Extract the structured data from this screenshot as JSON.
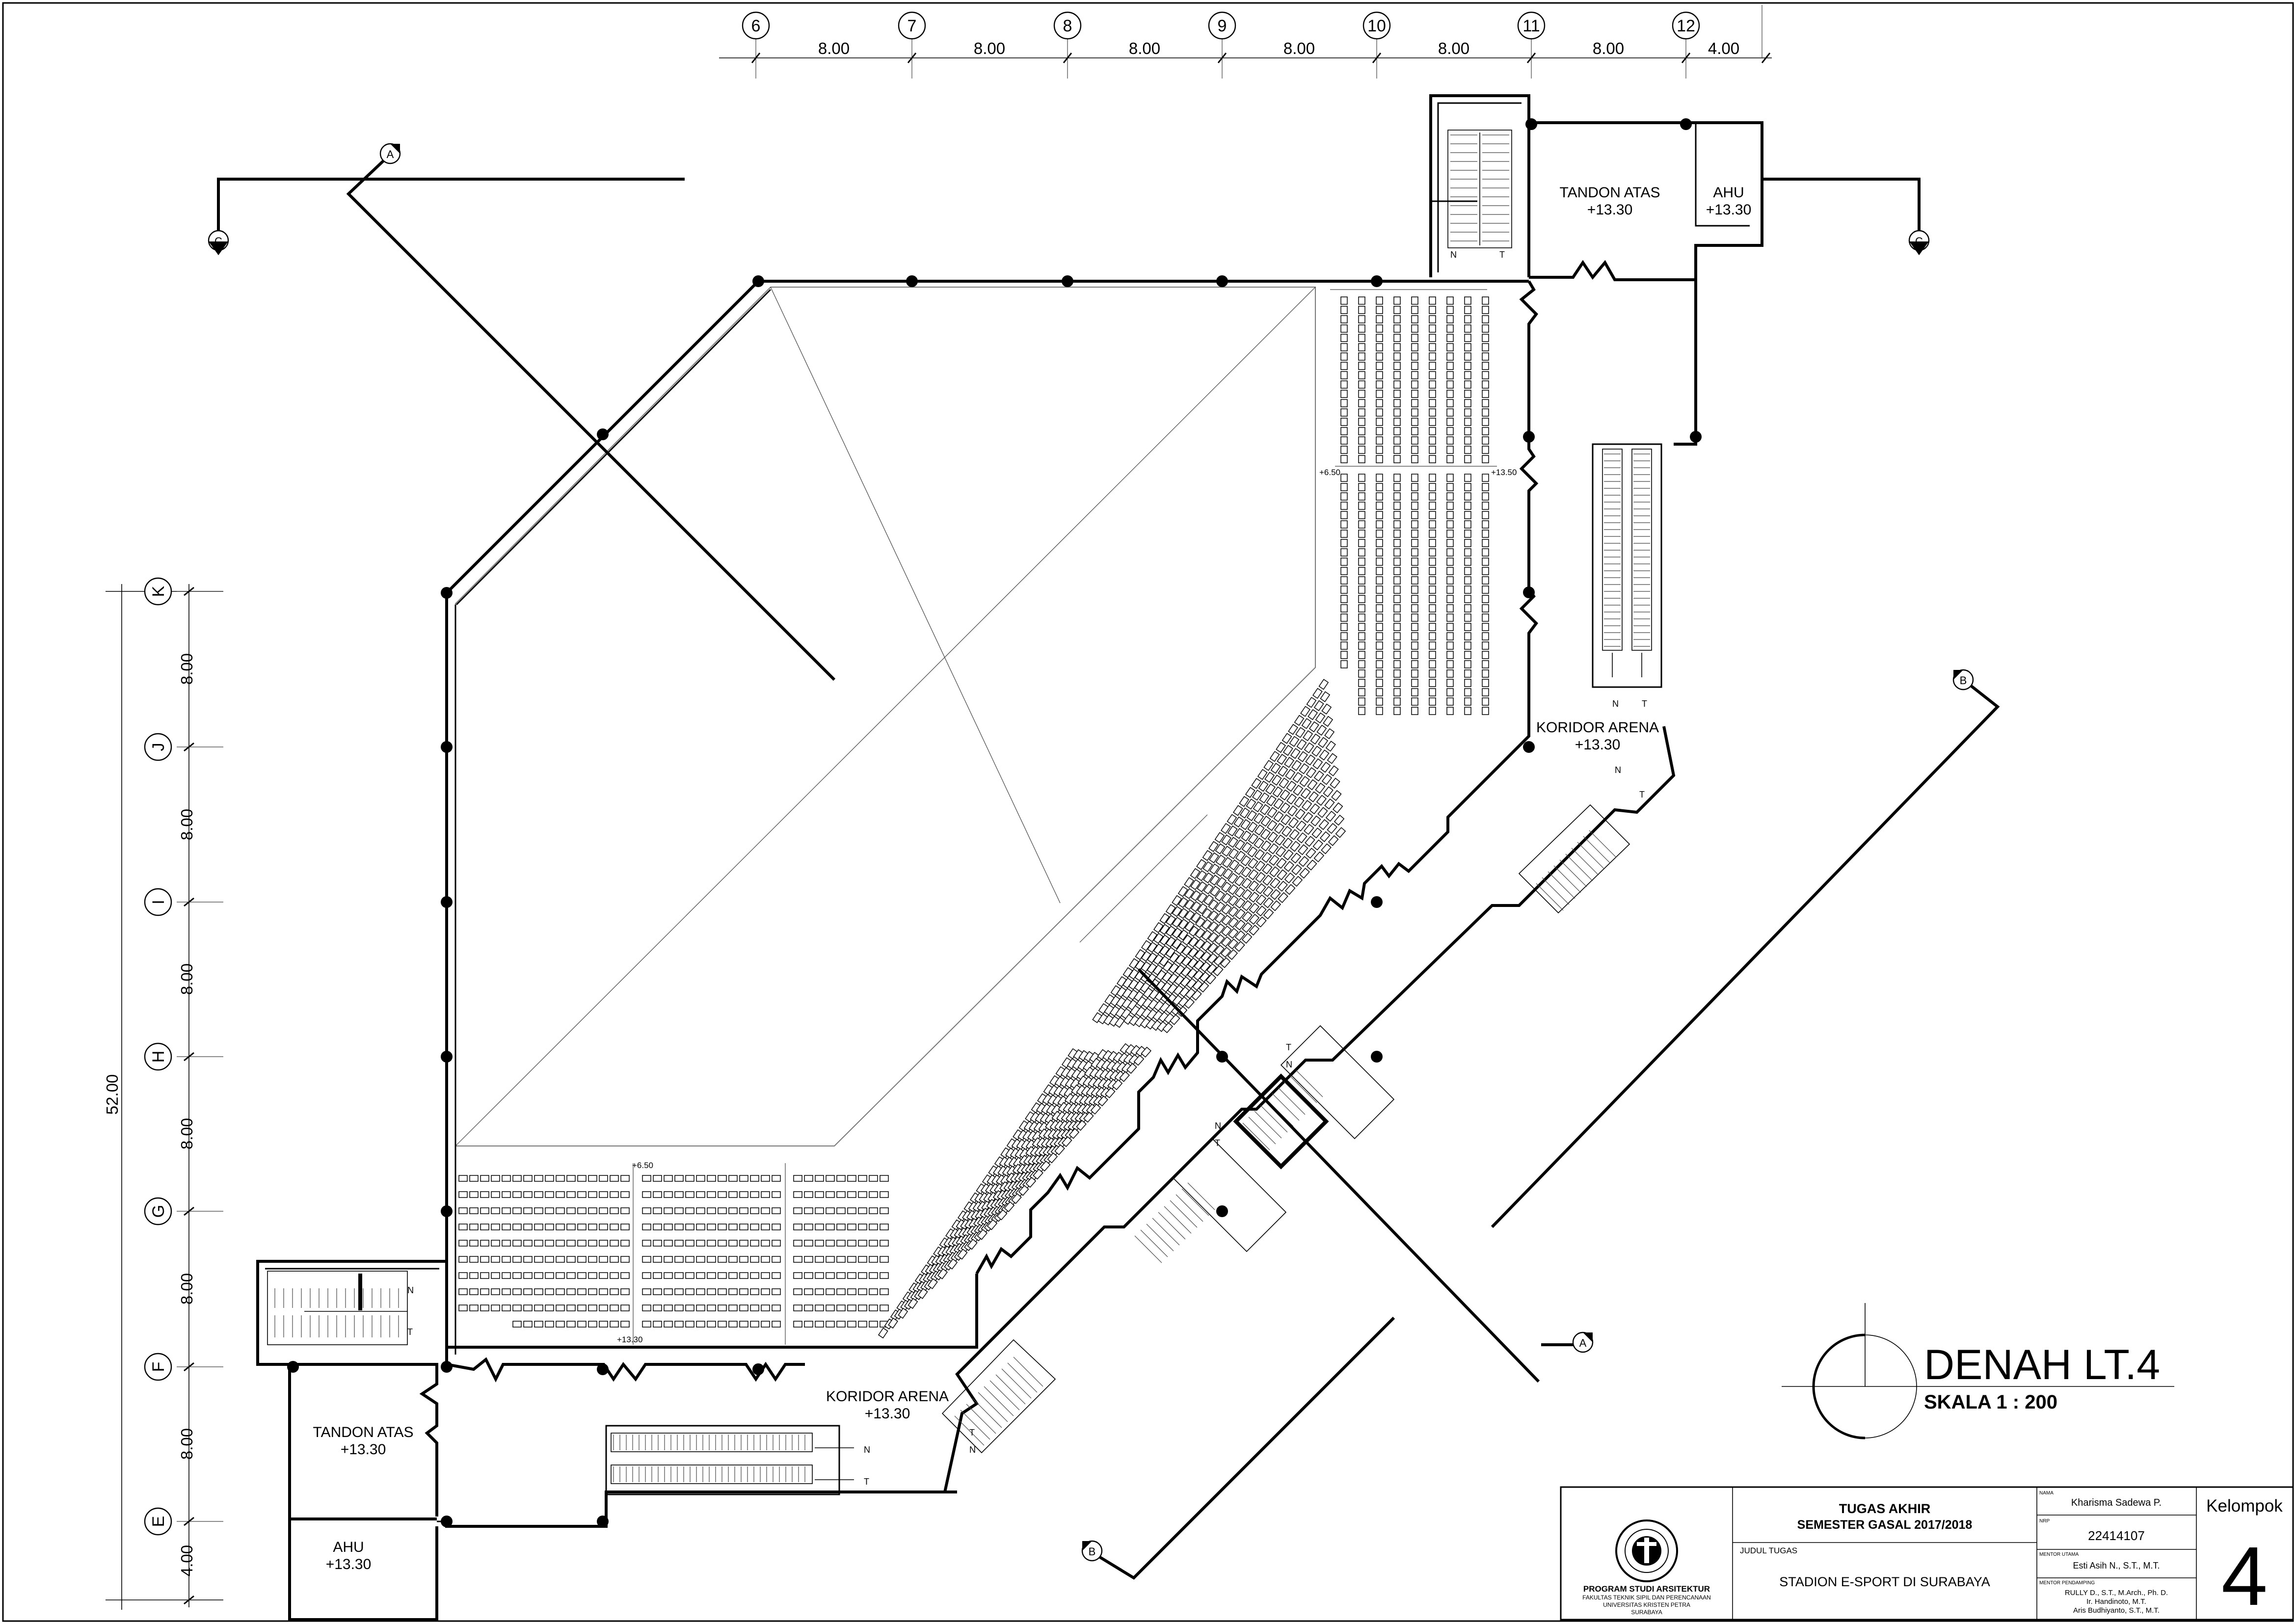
{
  "grid_top": {
    "labels": [
      "6",
      "7",
      "8",
      "9",
      "10",
      "11",
      "12"
    ],
    "dims": [
      "8.00",
      "8.00",
      "8.00",
      "8.00",
      "8.00",
      "8.00",
      "4.00"
    ]
  },
  "grid_left": {
    "labels": [
      "K",
      "J",
      "I",
      "H",
      "G",
      "F",
      "E"
    ],
    "dims": [
      "8.00",
      "8.00",
      "8.00",
      "8.00",
      "8.00",
      "8.00",
      "4.00"
    ],
    "total": "52.00"
  },
  "rooms": {
    "tandon_top_name": "TANDON ATAS",
    "tandon_top_level": "+13.30",
    "ahu_top_name": "AHU",
    "ahu_top_level": "+13.30",
    "koridor_right_name": "KORIDOR ARENA",
    "koridor_right_level": "+13.30",
    "koridor_bottom_name": "KORIDOR ARENA",
    "koridor_bottom_level": "+13.30",
    "tandon_left_name": "TANDON ATAS",
    "tandon_left_level": "+13.30",
    "ahu_left_name": "AHU",
    "ahu_left_level": "+13.30"
  },
  "seating_levels": {
    "low_a": "+6.50",
    "high_a": "+13.50",
    "low_b": "+6.50",
    "high_b": "+13.30"
  },
  "stair_marks": {
    "up": "N",
    "down": "T"
  },
  "section_marks": {
    "a": "A",
    "b": "B",
    "c": "C"
  },
  "drawing_title": "DENAH LT.4",
  "scale_label": "SKALA  1 : 200",
  "title_block": {
    "program": "PROGRAM STUDI ARSITEKTUR",
    "faculty": "FAKULTAS TEKNIK SIPIL DAN PERENCANAAN",
    "university": "UNIVERSITAS KRISTEN PETRA",
    "city": "SURABAYA",
    "project_line1": "TUGAS AKHIR",
    "project_line2": "SEMESTER GASAL 2017/2018",
    "judul_label": "JUDUL TUGAS",
    "judul_value": "STADION E-SPORT DI SURABAYA",
    "nama_label": "NAMA",
    "nama_value": "Kharisma Sadewa P.",
    "nrp_label": "NRP",
    "nrp_value": "22414107",
    "mentor_utama_label": "MENTOR UTAMA",
    "mentor_utama_value": "Esti Asih N., S.T., M.T.",
    "mentor_pendamping_label": "MENTOR PENDAMPING",
    "mentor_pendamping_1": "RULLY D., S.T., M.Arch., Ph. D.",
    "mentor_pendamping_2": "Ir. Handinoto, M.T.",
    "mentor_pendamping_3": "Aris Budhiyanto, S.T., M.T.",
    "kelompok_label": "Kelompok",
    "kelompok_value": "4"
  }
}
